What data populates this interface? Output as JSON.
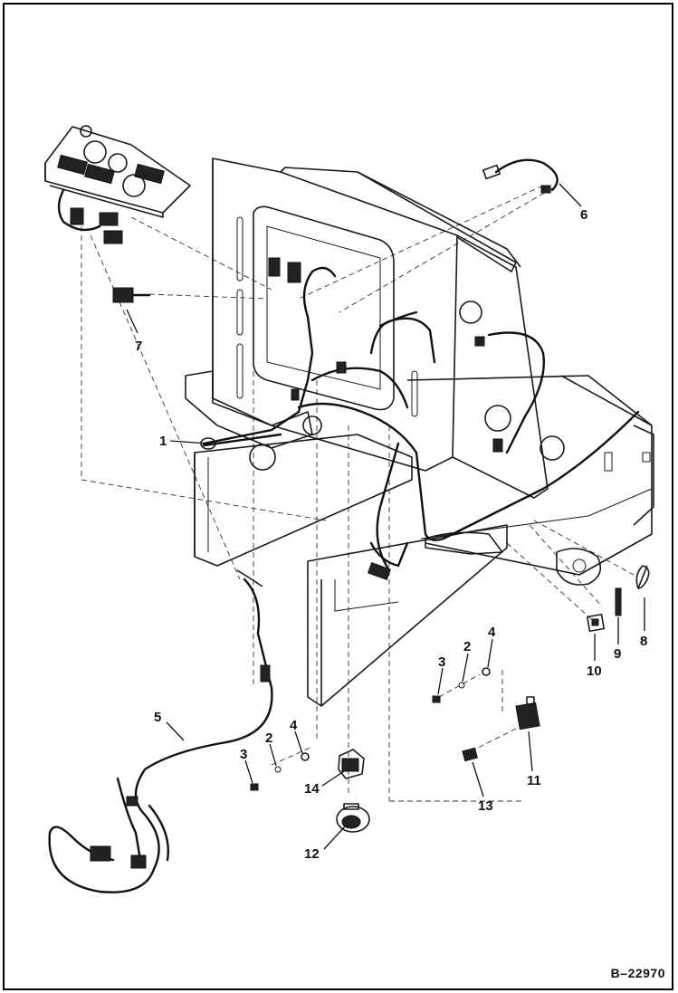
{
  "figure_ref": "B–22970",
  "callouts": [
    {
      "id": "c1",
      "label": "1"
    },
    {
      "id": "c2a",
      "label": "2"
    },
    {
      "id": "c2b",
      "label": "2"
    },
    {
      "id": "c3a",
      "label": "3"
    },
    {
      "id": "c3b",
      "label": "3"
    },
    {
      "id": "c4a",
      "label": "4"
    },
    {
      "id": "c4b",
      "label": "4"
    },
    {
      "id": "c5",
      "label": "5"
    },
    {
      "id": "c6",
      "label": "6"
    },
    {
      "id": "c7",
      "label": "7"
    },
    {
      "id": "c8",
      "label": "8"
    },
    {
      "id": "c9",
      "label": "9"
    },
    {
      "id": "c10",
      "label": "10"
    },
    {
      "id": "c11",
      "label": "11"
    },
    {
      "id": "c12",
      "label": "12"
    },
    {
      "id": "c13",
      "label": "13"
    },
    {
      "id": "c14",
      "label": "14"
    }
  ]
}
